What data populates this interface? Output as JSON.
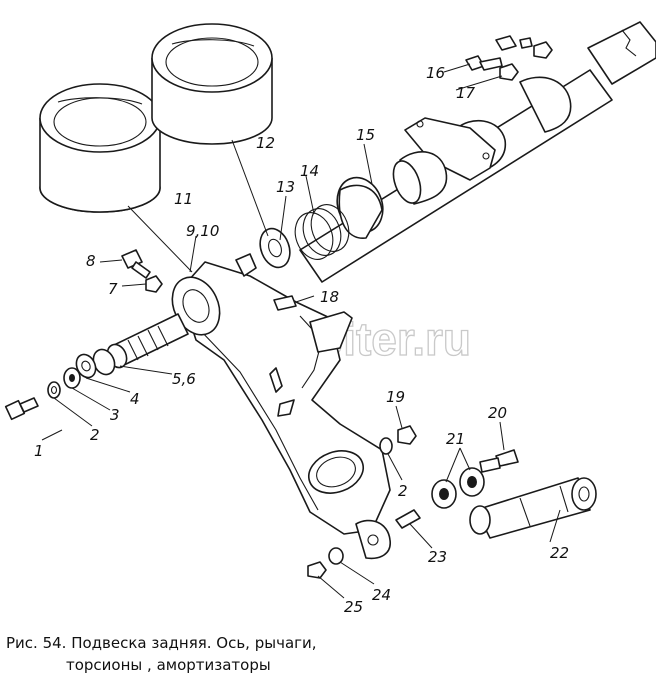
{
  "caption": {
    "line1": "Рис. 54. Подвеска задняя. Ось, рычаги,",
    "line2": "торсионы , амортизаторы"
  },
  "watermark": "autopiter.ru",
  "labels": {
    "l1": "1",
    "l2": "2",
    "l3": "3",
    "l4": "4",
    "l5_6": "5,6",
    "l7": "7",
    "l8": "8",
    "l9_10": "9,10",
    "l11": "11",
    "l12": "12",
    "l13": "13",
    "l14": "14",
    "l15": "15",
    "l16": "16",
    "l17": "17",
    "l18": "18",
    "l19": "19",
    "l2b": "2",
    "l20": "20",
    "l21": "21",
    "l22": "22",
    "l23": "23",
    "l24": "24",
    "l25": "25"
  }
}
